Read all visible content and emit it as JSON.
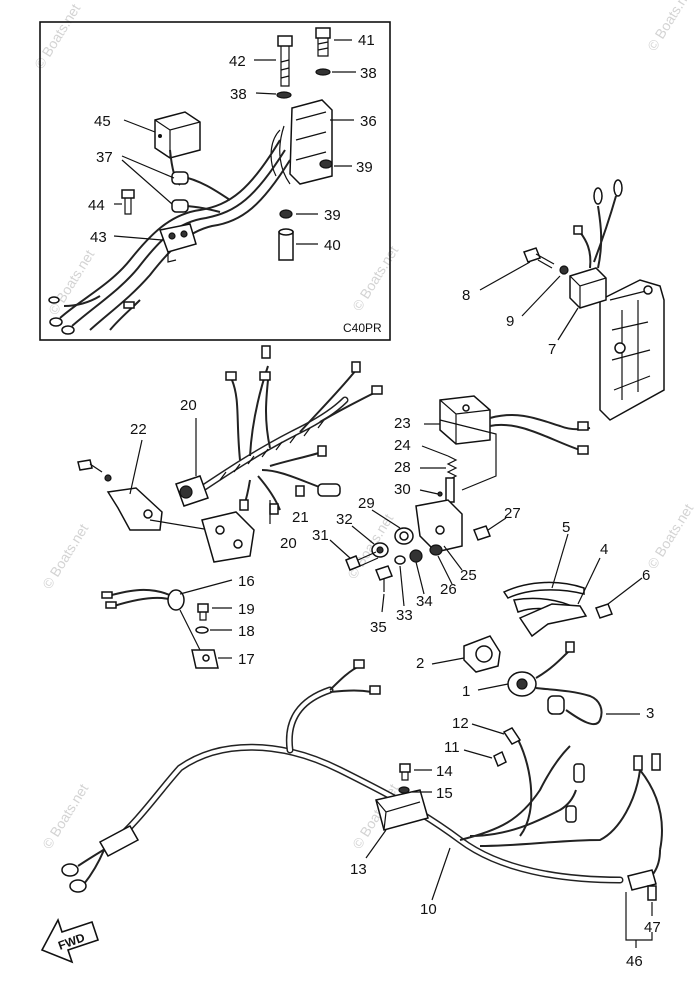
{
  "inset": {
    "code": "C40PR"
  },
  "watermark": "© Boats.net",
  "fwd_label": "FWD",
  "callouts": [
    {
      "n": "41"
    },
    {
      "n": "42"
    },
    {
      "n": "38"
    },
    {
      "n": "38"
    },
    {
      "n": "36"
    },
    {
      "n": "45"
    },
    {
      "n": "37"
    },
    {
      "n": "39"
    },
    {
      "n": "44"
    },
    {
      "n": "39"
    },
    {
      "n": "43"
    },
    {
      "n": "40"
    },
    {
      "n": "8"
    },
    {
      "n": "9"
    },
    {
      "n": "7"
    },
    {
      "n": "20"
    },
    {
      "n": "22"
    },
    {
      "n": "23"
    },
    {
      "n": "24"
    },
    {
      "n": "28"
    },
    {
      "n": "30"
    },
    {
      "n": "29"
    },
    {
      "n": "27"
    },
    {
      "n": "32"
    },
    {
      "n": "21"
    },
    {
      "n": "20"
    },
    {
      "n": "31"
    },
    {
      "n": "26"
    },
    {
      "n": "25"
    },
    {
      "n": "34"
    },
    {
      "n": "33"
    },
    {
      "n": "35"
    },
    {
      "n": "5"
    },
    {
      "n": "4"
    },
    {
      "n": "6"
    },
    {
      "n": "16"
    },
    {
      "n": "19"
    },
    {
      "n": "18"
    },
    {
      "n": "17"
    },
    {
      "n": "2"
    },
    {
      "n": "1"
    },
    {
      "n": "3"
    },
    {
      "n": "12"
    },
    {
      "n": "11"
    },
    {
      "n": "14"
    },
    {
      "n": "15"
    },
    {
      "n": "13"
    },
    {
      "n": "10"
    },
    {
      "n": "47"
    },
    {
      "n": "46"
    }
  ]
}
